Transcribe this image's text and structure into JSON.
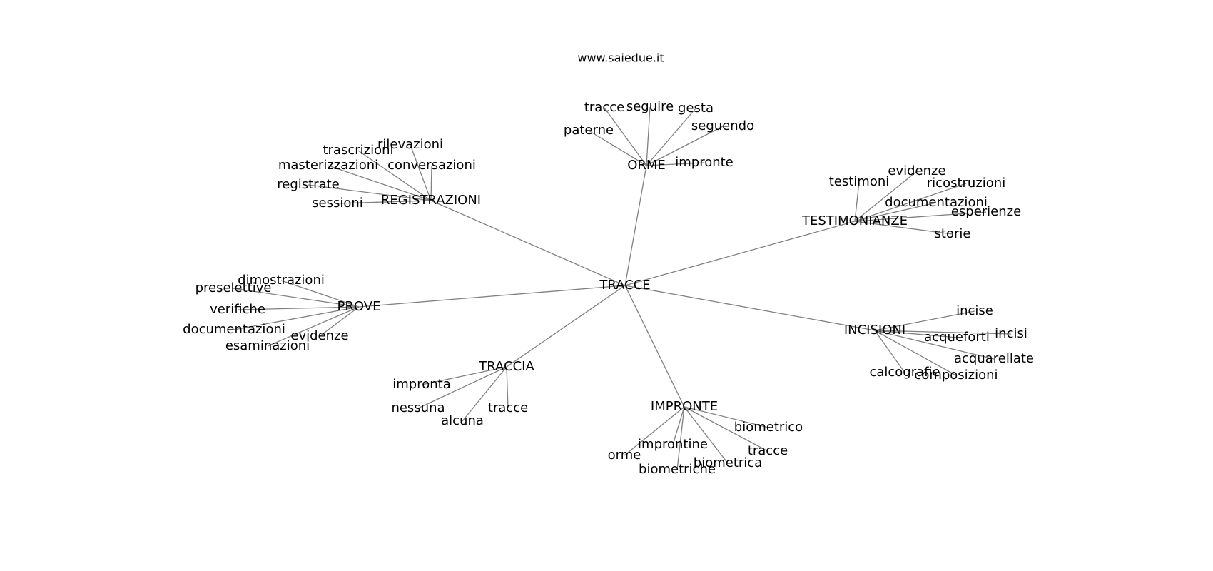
{
  "header": {
    "site": "www.saiedue.it"
  },
  "center": "TRACCE",
  "branches": [
    {
      "label": "ORME",
      "leaves": [
        "tracce",
        "seguire",
        "gesta",
        "seguendo",
        "paterne",
        "impronte"
      ]
    },
    {
      "label": "REGISTRAZIONI",
      "leaves": [
        "rilevazioni",
        "trascrizioni",
        "masterizzazioni",
        "conversazioni",
        "registrate",
        "sessioni"
      ]
    },
    {
      "label": "TESTIMONIANZE",
      "leaves": [
        "evidenze",
        "testimoni",
        "ricostruzioni",
        "documentazioni",
        "esperienze",
        "storie"
      ]
    },
    {
      "label": "PROVE",
      "leaves": [
        "dimostrazioni",
        "preselettive",
        "verifiche",
        "documentazioni",
        "evidenze",
        "esaminazioni"
      ]
    },
    {
      "label": "INCISIONI",
      "leaves": [
        "incise",
        "incisi",
        "acqueforti",
        "acquarellate",
        "calcografie",
        "composizioni"
      ]
    },
    {
      "label": "TRACCIA",
      "leaves": [
        "impronta",
        "nessuna",
        "alcuna",
        "tracce"
      ]
    },
    {
      "label": "IMPRONTE",
      "leaves": [
        "biometrico",
        "improntine",
        "tracce",
        "orme",
        "biometrica",
        "biometriche"
      ]
    }
  ]
}
